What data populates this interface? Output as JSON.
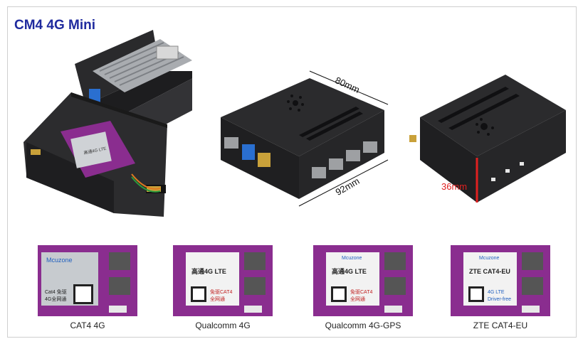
{
  "title": "CM4 4G Mini",
  "dimensions": {
    "width": "80mm",
    "depth": "92mm",
    "height": "36mm"
  },
  "modules": [
    {
      "caption": "CAT4 4G",
      "brand": "Mcuzone",
      "chip_lines": [
        "Cat4 免驱",
        "4G全网通"
      ]
    },
    {
      "caption": "Qualcomm 4G",
      "brand": "",
      "chip_title": "高通4G LTE",
      "chip_lines": [
        "免驱CAT4",
        "全网通"
      ]
    },
    {
      "caption": "Qualcomm 4G-GPS",
      "brand": "Mcuzone",
      "chip_title": "高通4G LTE",
      "chip_lines": [
        "免驱CAT4",
        "全网通"
      ]
    },
    {
      "caption": "ZTE CAT4-EU",
      "brand": "Mcuzone",
      "chip_title": "ZTE CAT4-EU",
      "chip_lines": [
        "4G LTE",
        "Driver-free"
      ]
    }
  ],
  "colors": {
    "title": "#1f2a9e",
    "dimension_label": "#e02020",
    "case": "#2b2b2d",
    "pcb": "#8a2d8f"
  }
}
